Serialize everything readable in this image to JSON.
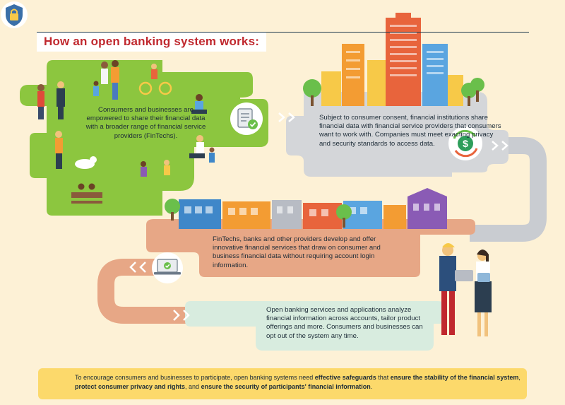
{
  "header": {
    "title": "How an open banking system works:"
  },
  "steps": {
    "step1": "Consumers and businesses are empowered to share their financial data with a broader range of financial service providers (FinTechs).",
    "step2": "Subject to consumer consent, financial institutions share financial data with financial service providers that consumers want to work with. Companies must meet exacting privacy and security standards to access data.",
    "step3": "FinTechs, banks and other providers develop and offer innovative financial services that draw on consumer and business financial data without requiring account login information.",
    "step4": "Open banking services and applications analyze financial information across accounts, tailor product offerings and more. Consumers and businesses can opt out of the system any time."
  },
  "footer": {
    "t1": "To encourage consumers and businesses to participate, open banking systems need ",
    "b1": "effective safeguards",
    "t2": " that ",
    "b2": "ensure the stability of the financial system",
    "t3": ", ",
    "b3": "protect consumer privacy and rights",
    "t4": ", and ",
    "b4": "ensure the security of participants' financial information",
    "t5": "."
  },
  "colors": {
    "background": "#fdf1d6",
    "green_zone": "#8cc63f",
    "gray_zone": "#d4d6d9",
    "salmon_zone": "#e7a786",
    "mint_zone": "#d8ecdf",
    "title_red": "#c0282e",
    "footer_yellow": "#fcd96b"
  },
  "icons": [
    "document-check-icon",
    "dollar-cycle-icon",
    "laptop-check-icon",
    "padlock-shield-icon"
  ]
}
